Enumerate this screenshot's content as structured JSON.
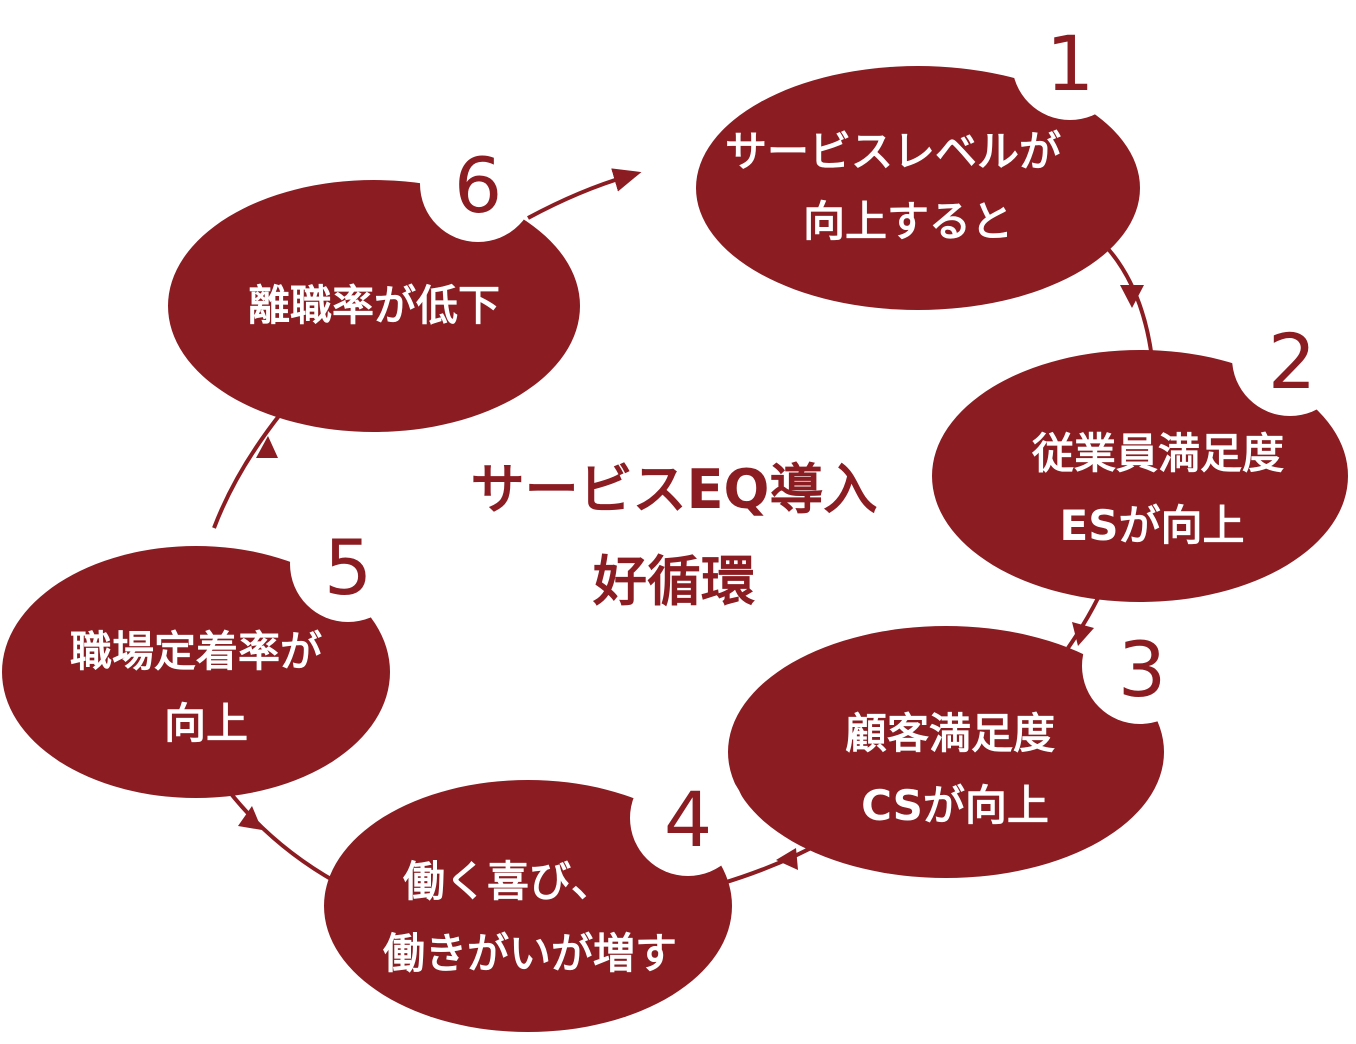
{
  "colors": {
    "accent": "#8a1c22",
    "text_on_accent": "#ffffff",
    "badge_bg": "#ffffff"
  },
  "center": {
    "line1": "サービスEQ導入",
    "line2": "好循環"
  },
  "steps": [
    {
      "number": "1",
      "line1": "サービスレベルが",
      "line2": "向上すると"
    },
    {
      "number": "2",
      "line1": "従業員満足度",
      "line2": "ESが向上"
    },
    {
      "number": "3",
      "line1": "顧客満足度",
      "line2": "CSが向上"
    },
    {
      "number": "4",
      "line1": "働く喜び、",
      "line2": "働きがいが増す"
    },
    {
      "number": "5",
      "line1": "職場定着率が",
      "line2": "向上"
    },
    {
      "number": "6",
      "line1": "離職率が低下",
      "line2": ""
    }
  ]
}
